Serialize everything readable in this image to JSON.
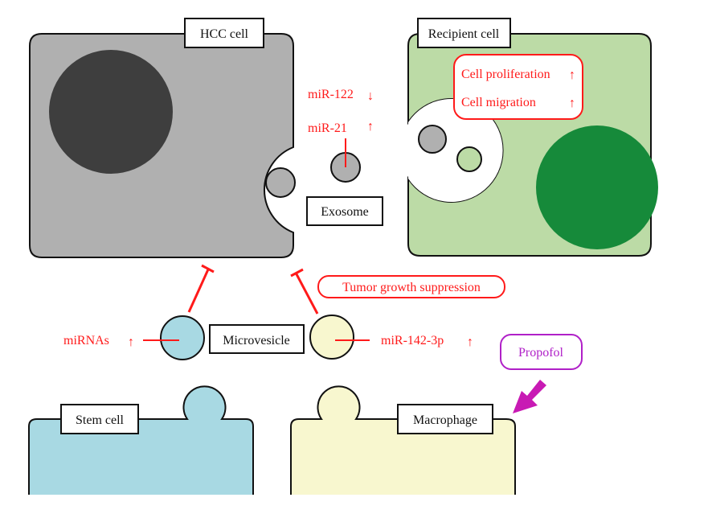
{
  "cells": {
    "hcc": {
      "label": "HCC cell",
      "fill": "#b0b0b0",
      "nucleus": "#3e3e3e"
    },
    "recipient": {
      "label": "Recipient cell",
      "fill": "#bcdba6",
      "nucleus": "#168a3a"
    },
    "stem": {
      "label": "Stem cell",
      "fill": "#a8d9e3"
    },
    "macrophage": {
      "label": "Macrophage",
      "fill": "#f8f7cf"
    }
  },
  "exosome": {
    "label": "Exosome",
    "mirnas": [
      {
        "name": "miR-122",
        "direction": "down",
        "arrow": "↓"
      },
      {
        "name": "miR-21",
        "direction": "up",
        "arrow": "↑"
      }
    ]
  },
  "effects": {
    "items": [
      {
        "text": "Cell proliferation",
        "arrow": "↑"
      },
      {
        "text": "Cell migration",
        "arrow": "↑"
      }
    ]
  },
  "microvesicle": {
    "label": "Microvesicle",
    "stem_mirna": {
      "text": "miRNAs",
      "arrow": "↑"
    },
    "macrophage_mirna": {
      "text": "miR-142-3p",
      "arrow": "↑"
    }
  },
  "tumor_suppression": {
    "text": "Tumor growth suppression"
  },
  "drug": {
    "text": "Propofol",
    "color": "#b020c8"
  },
  "colors": {
    "red": "#ff1a1a",
    "stroke": "#111111"
  }
}
